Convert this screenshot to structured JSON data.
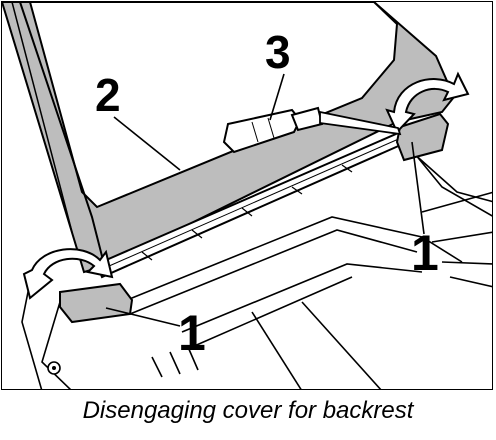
{
  "callouts": {
    "cover": "2",
    "screwdriver": "3",
    "clip_right": "1",
    "clip_left": "1"
  },
  "caption": "Disengaging cover for backrest",
  "colors": {
    "line": "#000000",
    "shade": "#bdbdbd",
    "background": "#ffffff"
  }
}
